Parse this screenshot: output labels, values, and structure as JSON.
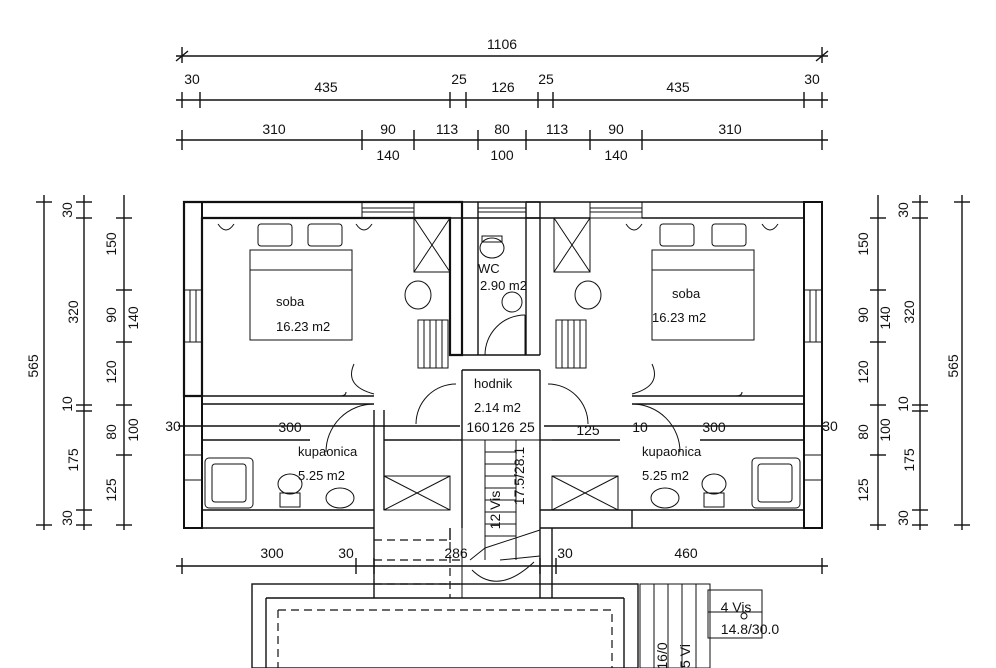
{
  "dimensions": {
    "top_total": "1106",
    "top_row2": [
      "30",
      "435",
      "25",
      "126",
      "25",
      "435",
      "30"
    ],
    "top_row3_above": [
      "310",
      "90",
      "113",
      "80",
      "113",
      "90",
      "310"
    ],
    "top_row3_below": [
      "140",
      "100",
      "140"
    ],
    "left_outer": "565",
    "left_inner": [
      "30",
      "320",
      "10",
      "175",
      "30"
    ],
    "left_detail": [
      "150",
      "90",
      "120",
      "80",
      "125"
    ],
    "left_detail2": [
      "140",
      "100"
    ],
    "right_outer": "565",
    "right_inner": [
      "30",
      "320",
      "10",
      "175",
      "30"
    ],
    "right_detail": [
      "150",
      "90",
      "120",
      "80",
      "125"
    ],
    "right_detail2": [
      "140",
      "100"
    ],
    "bottom": [
      "300",
      "30",
      "286",
      "30",
      "460"
    ],
    "inside": [
      "30",
      "300",
      "160",
      "126",
      "25",
      "125",
      "10",
      "300",
      "30"
    ],
    "stair_text": [
      "12 Vis",
      "17.5/28.1"
    ],
    "ext_stair_text": [
      "4 Vis",
      "14.8/30.0",
      "5 Vi",
      "16/0"
    ]
  },
  "rooms": {
    "soba_left_name": "soba",
    "soba_left_area": "16.23 m2",
    "soba_right_name": "soba",
    "soba_right_area": "16.23 m2",
    "wc_name": "WC",
    "wc_area": "2.90 m2",
    "hodnik_name": "hodnik",
    "hodnik_area": "2.14 m2",
    "kup_left_name": "kupaonica",
    "kup_left_area": "5.25 m2",
    "kup_right_name": "kupaonica",
    "kup_right_area": "5.25 m2"
  }
}
